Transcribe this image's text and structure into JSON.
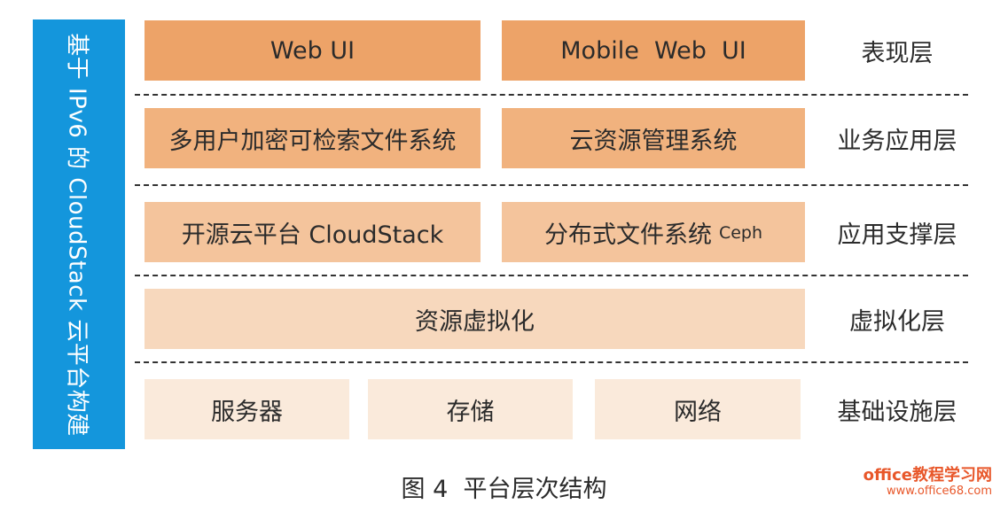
{
  "sidebar": {
    "label": "基于 IPv6 的 CloudStack 云平台构建"
  },
  "layers": [
    {
      "label": "表现层",
      "boxes": [
        {
          "text": "Web UI"
        },
        {
          "text": "Mobile  Web  UI"
        }
      ]
    },
    {
      "label": "业务应用层",
      "boxes": [
        {
          "text": "多用户加密可检索文件系统"
        },
        {
          "text": "云资源管理系统"
        }
      ]
    },
    {
      "label": "应用支撑层",
      "boxes": [
        {
          "text": "开源云平台 CloudStack"
        },
        {
          "text": "分布式文件系统",
          "small": "Ceph"
        }
      ]
    },
    {
      "label": "虚拟化层",
      "boxes": [
        {
          "text": "资源虚拟化"
        }
      ]
    },
    {
      "label": "基础设施层",
      "boxes": [
        {
          "text": "服务器"
        },
        {
          "text": "存储"
        },
        {
          "text": "网络"
        }
      ]
    }
  ],
  "caption": "图 4  平台层次结构",
  "watermark": {
    "brand": "office教程学习网",
    "url": "www.office68.com"
  },
  "colors": {
    "sidebar": "#1496dc",
    "presentation": "#eda368",
    "business": "#f1b27e",
    "support": "#f4c49c",
    "virtualization": "#f7d8bd",
    "infrastructure": "#faeadb",
    "watermark": "#e8572a"
  }
}
